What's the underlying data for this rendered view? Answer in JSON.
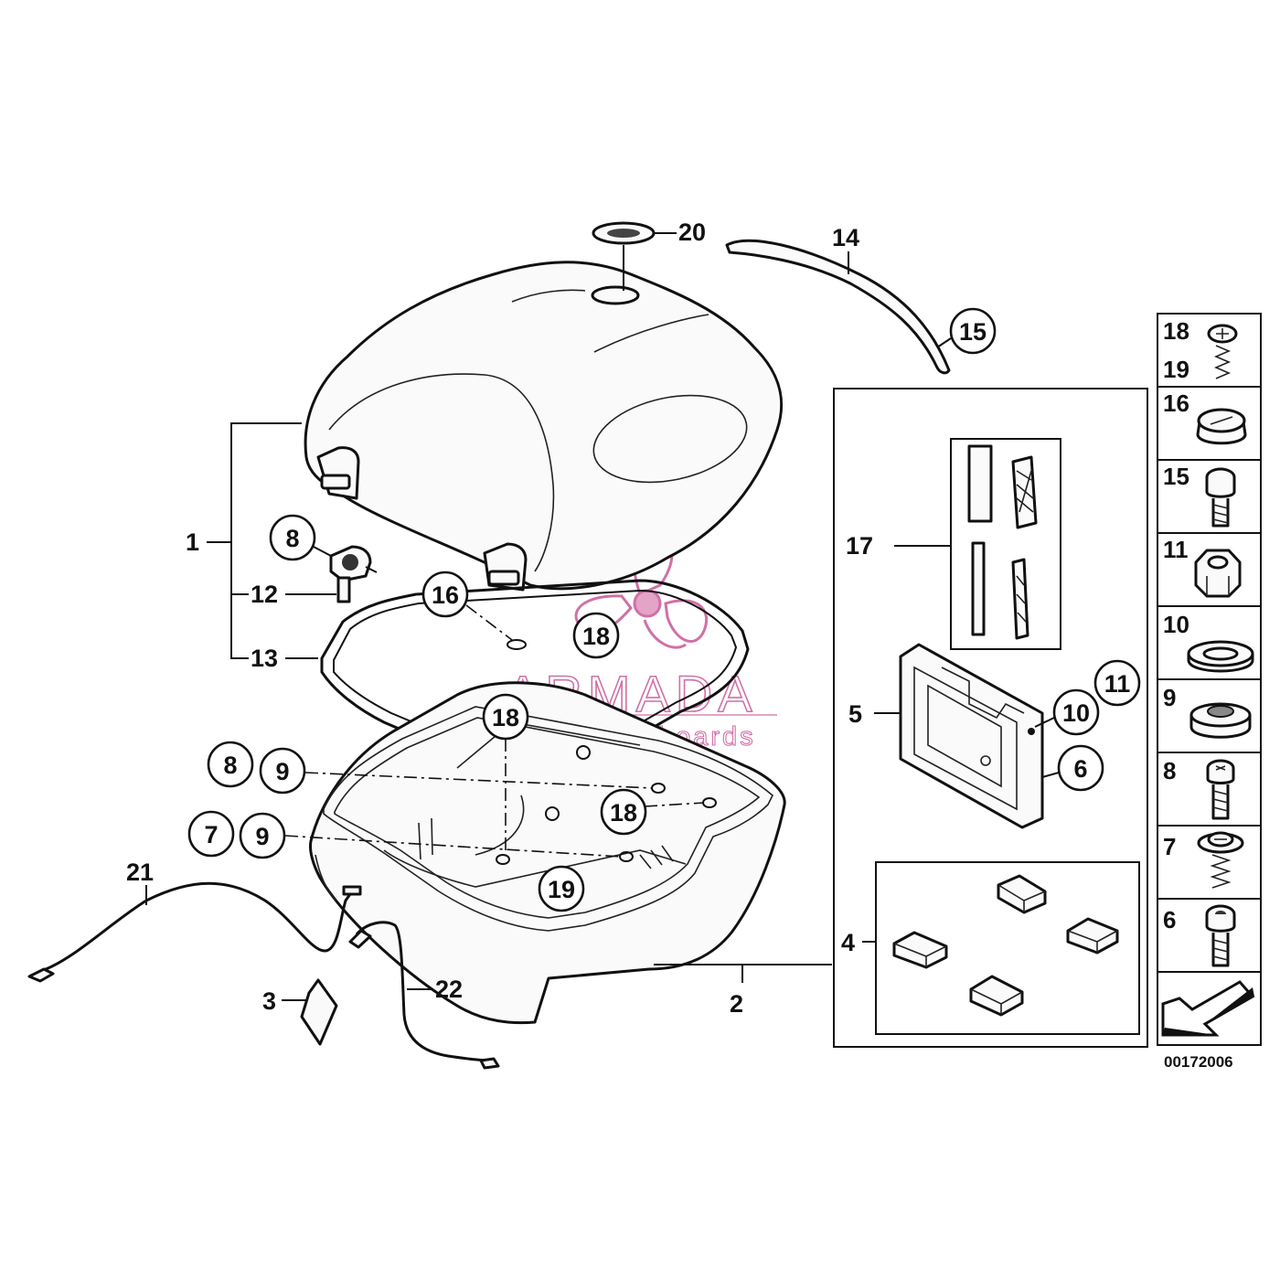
{
  "watermark": {
    "brand": "ARMADA",
    "tagline": "marine outboards",
    "logo_color": "#d070a8"
  },
  "callouts": {
    "p1": "1",
    "p2": "2",
    "p3": "3",
    "p4": "4",
    "p5": "5",
    "p6": "6",
    "p7": "7",
    "p8a": "8",
    "p8b": "8",
    "p9a": "9",
    "p9b": "9",
    "p10": "10",
    "p11": "11",
    "p12": "12",
    "p13": "13",
    "p14": "14",
    "p15": "15",
    "p16": "16",
    "p17": "17",
    "p18a": "18",
    "p18b": "18",
    "p18c": "18",
    "p19": "19",
    "p20": "20",
    "p21": "21",
    "p22": "22"
  },
  "parts_column": [
    {
      "labels": [
        "18",
        "19"
      ],
      "icon": "screw-with-spring-icon"
    },
    {
      "labels": [
        "16"
      ],
      "icon": "cap-plug-icon"
    },
    {
      "labels": [
        "15"
      ],
      "icon": "hex-socket-screw-icon"
    },
    {
      "labels": [
        "11"
      ],
      "icon": "hex-nut-icon"
    },
    {
      "labels": [
        "10"
      ],
      "icon": "flat-washer-icon"
    },
    {
      "labels": [
        "9"
      ],
      "icon": "rubber-grommet-icon"
    },
    {
      "labels": [
        "8"
      ],
      "icon": "torx-screw-icon"
    },
    {
      "labels": [
        "7"
      ],
      "icon": "screw-with-washer-icon"
    },
    {
      "labels": [
        "6"
      ],
      "icon": "socket-screw-icon"
    },
    {
      "labels": [],
      "icon": "direction-arrow-icon"
    }
  ],
  "diagram_code": "00172006"
}
